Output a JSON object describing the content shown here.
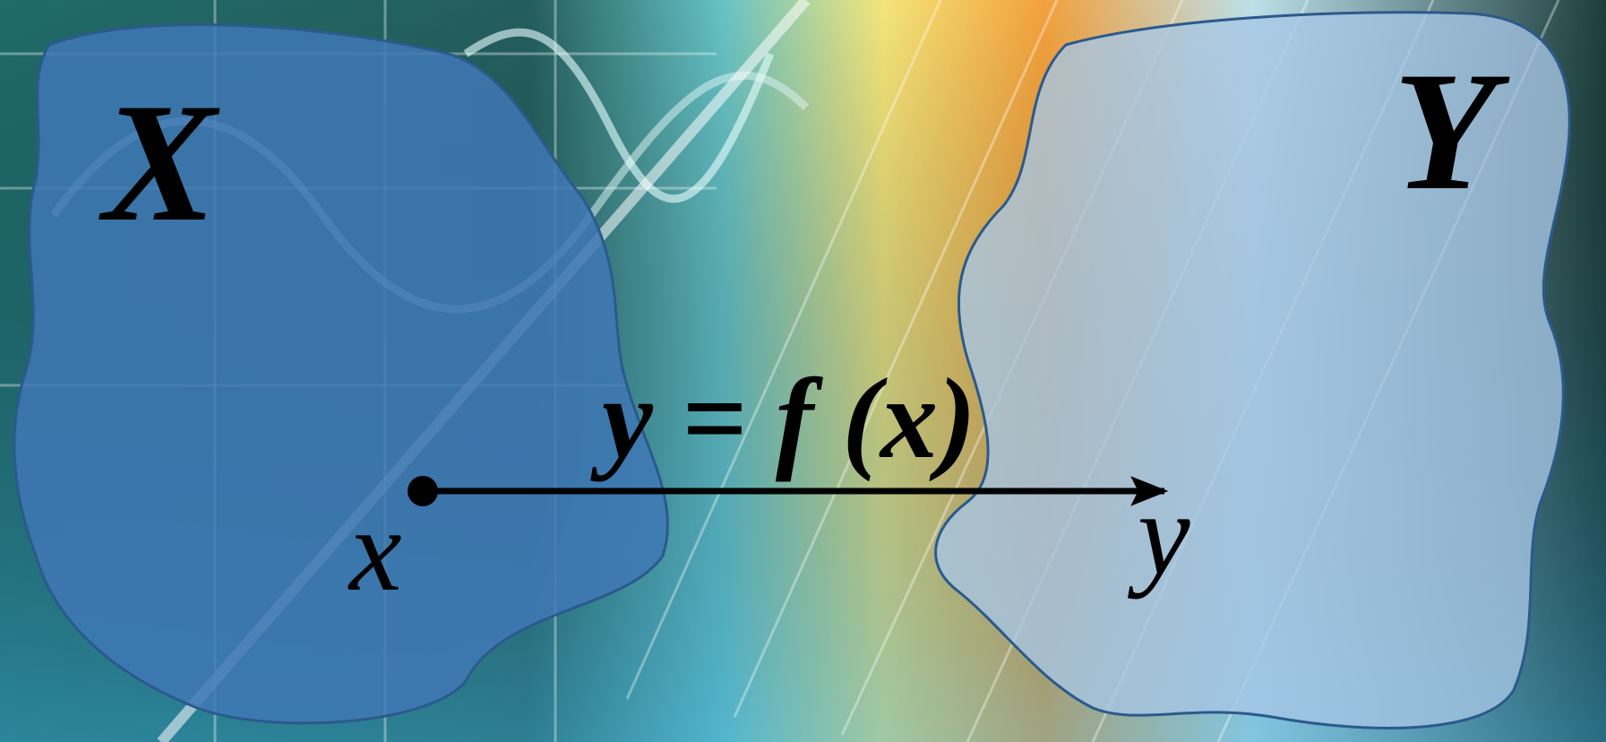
{
  "diagram": {
    "domain_label": "X",
    "codomain_label": "Y",
    "point_x_label": "x",
    "point_y_label": "y",
    "function_label": "y = f (x)"
  },
  "colors": {
    "blob_fill": "#3f78b4",
    "blob_stroke": "#2b5a8c",
    "arrow": "#000000",
    "text": "#000000"
  }
}
